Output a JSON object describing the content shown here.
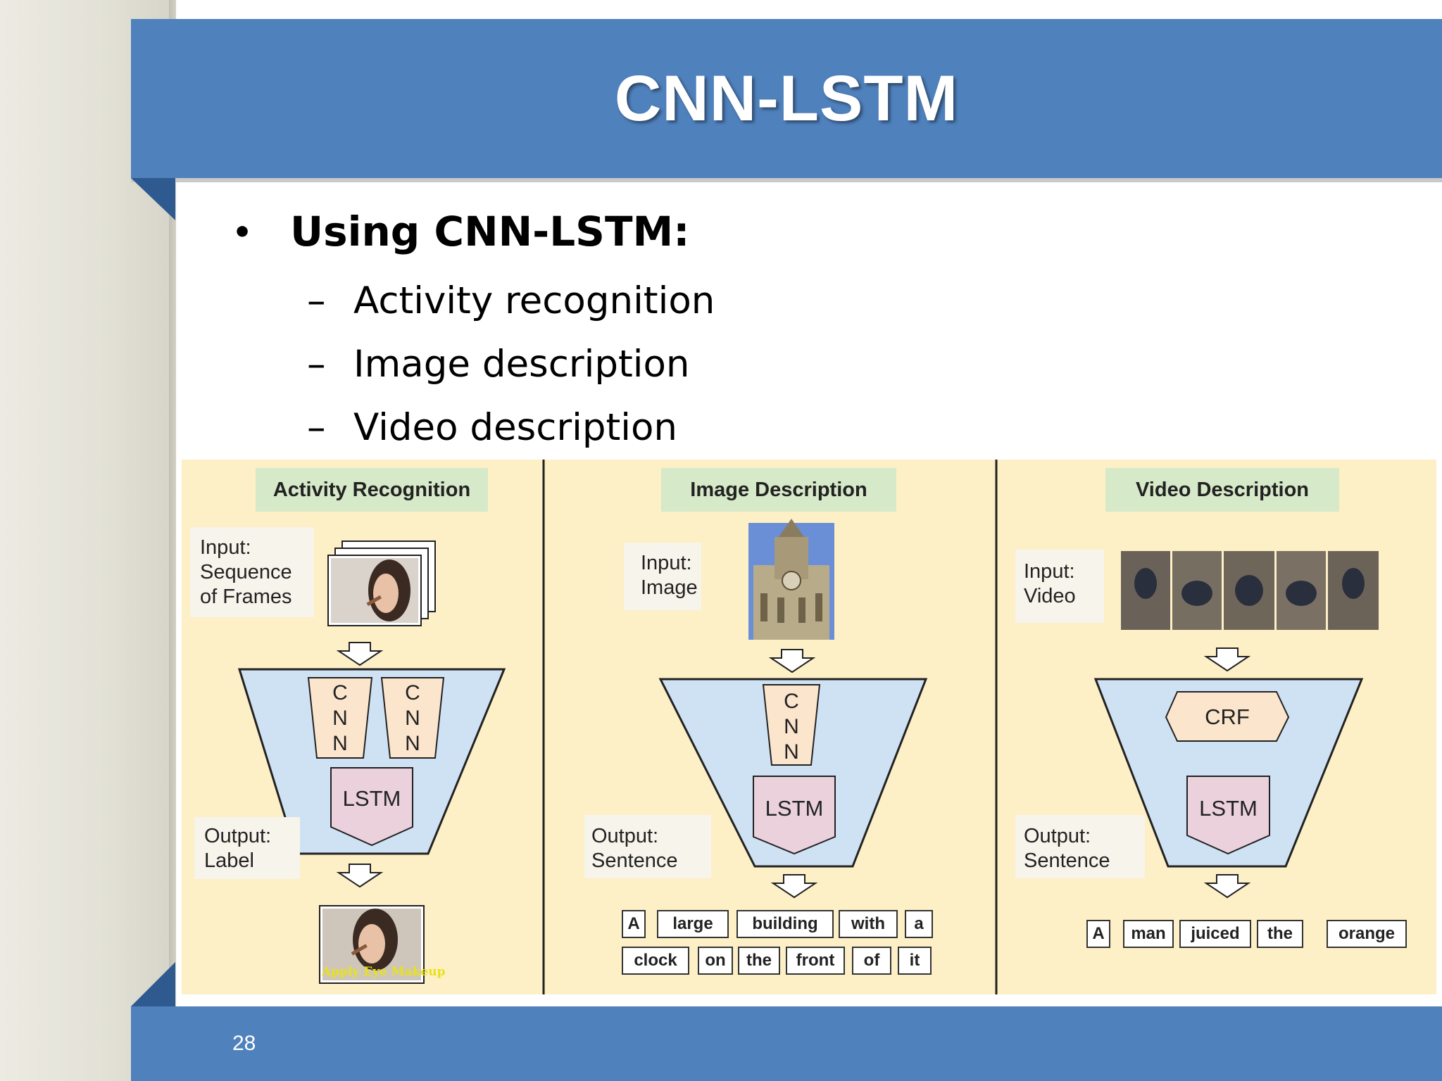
{
  "slide": {
    "title": "CNN-LSTM",
    "page_number": "28",
    "bullet": "Using CNN-LSTM:",
    "bullet_symbol": "•",
    "dash_symbol": "–",
    "sub_items": [
      "Activity recognition",
      "Image description",
      "Video description"
    ]
  },
  "figure": {
    "activity": {
      "title": "Activity Recognition",
      "input_label": "Input:\nSequence\nof Frames",
      "output_label": "Output:\nLabel",
      "cnn_letters": "C\nN\nN",
      "lstm": "LSTM",
      "output_caption": "Apply Eye Makeup"
    },
    "image": {
      "title": "Image Description",
      "input_label": "Input:\nImage",
      "output_label": "Output:\nSentence",
      "cnn_letters": "C\nN\nN",
      "lstm": "LSTM",
      "words_row1": [
        "A",
        "large",
        "building",
        "with",
        "a"
      ],
      "words_row2": [
        "clock",
        "on",
        "the",
        "front",
        "of",
        "it"
      ]
    },
    "video": {
      "title": "Video Description",
      "input_label": "Input:\nVideo",
      "output_label": "Output:\nSentence",
      "crf": "CRF",
      "lstm": "LSTM",
      "words": [
        "A",
        "man",
        "juiced",
        "the",
        "orange"
      ]
    }
  },
  "colors": {
    "header_blue": "#4f81bd",
    "figure_background": "#fdefc6",
    "funnel_blue": "#cfe2f3",
    "cnn_orange": "#fce5cd",
    "lstm_pink": "#ead1dc",
    "title_green": "#d6e9c8"
  }
}
